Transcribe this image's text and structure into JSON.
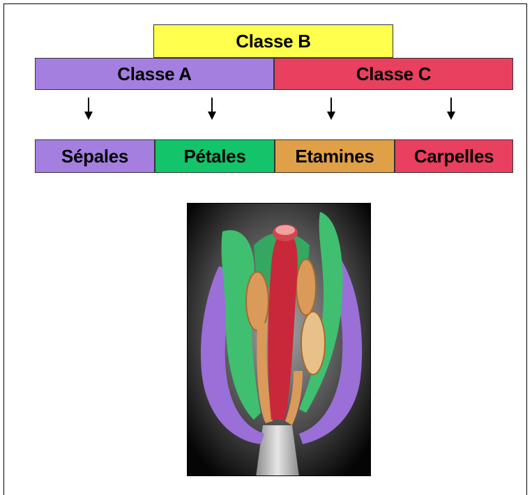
{
  "classes": {
    "b": {
      "label": "Classe B",
      "color": "#ffff4d"
    },
    "a": {
      "label": "Classe A",
      "color": "#a47fe0"
    },
    "c": {
      "label": "Classe C",
      "color": "#e8405e"
    }
  },
  "organs": [
    {
      "label": "Sépales",
      "color": "#a47fe0"
    },
    {
      "label": "Pétales",
      "color": "#14c46a"
    },
    {
      "label": "Etamines",
      "color": "#e0a048"
    },
    {
      "label": "Carpelles",
      "color": "#e8405e"
    }
  ],
  "photo": {
    "subject": "flower-micrograph",
    "colors": {
      "sepal": "#9a6fd8",
      "petal": "#3fbf6f",
      "stamen": "#d99a5a",
      "carpel": "#c8283a",
      "stem": "#bdbdbd"
    }
  }
}
